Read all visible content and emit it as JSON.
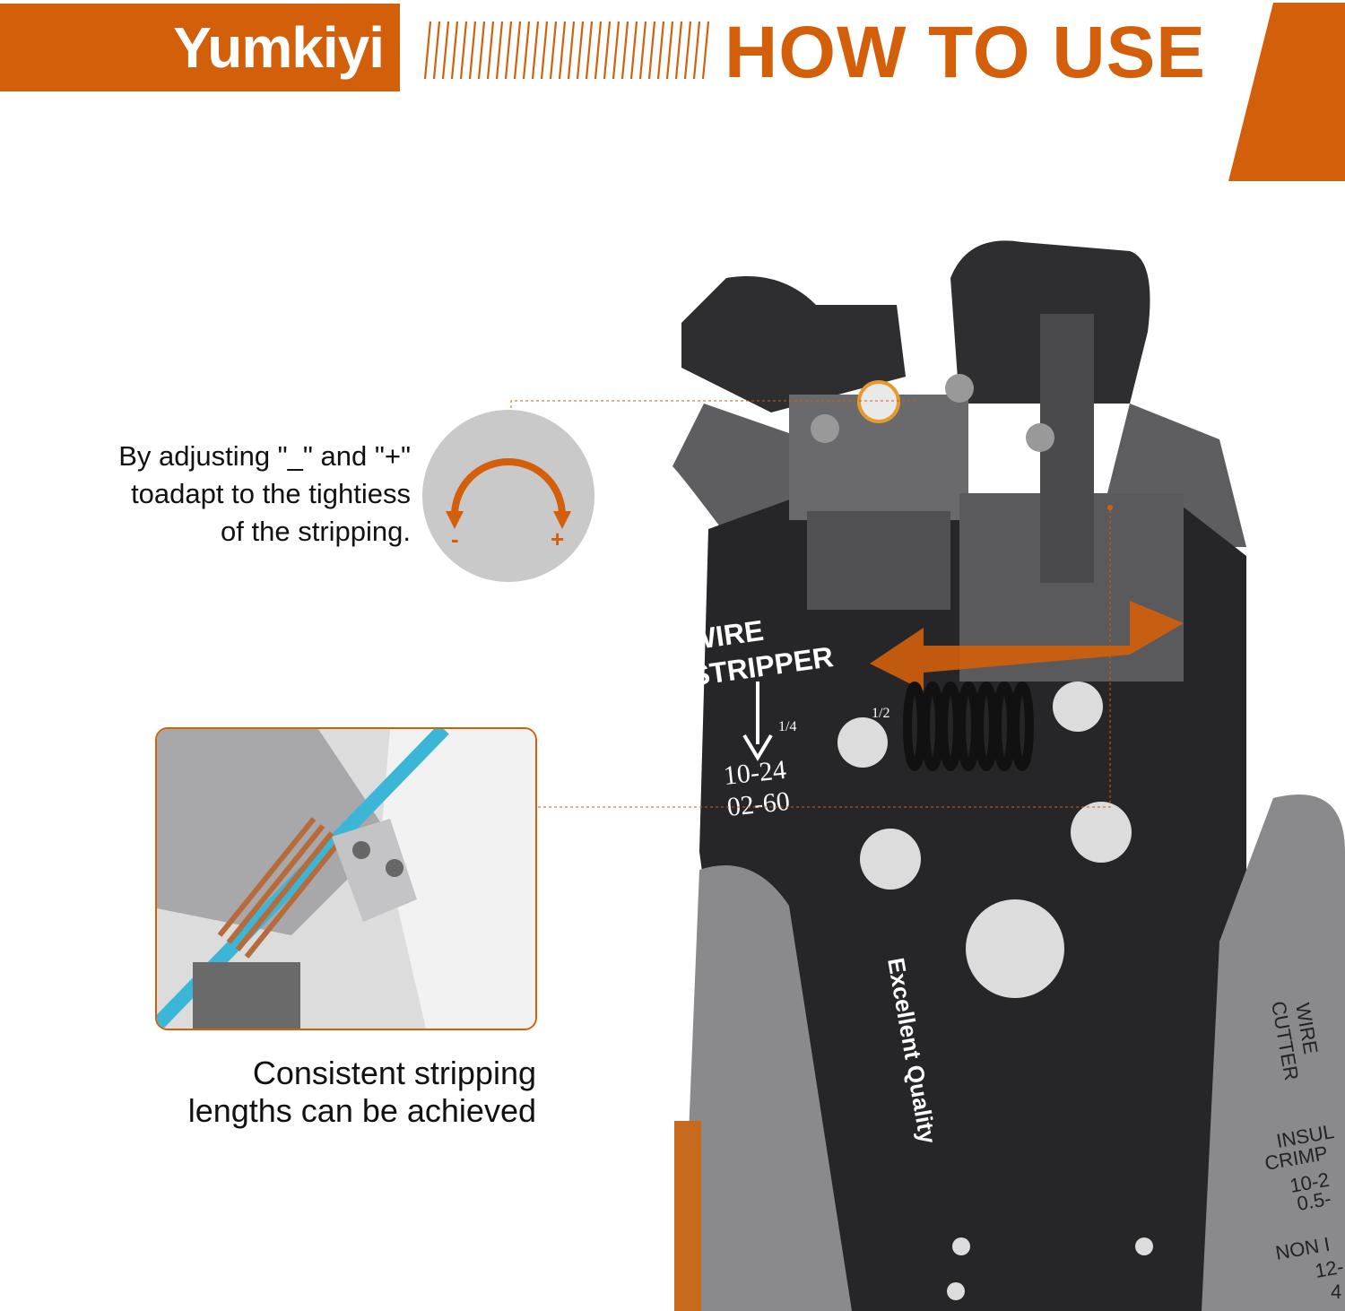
{
  "header": {
    "brand": "Yumkiyi",
    "title": "HOW TO USE"
  },
  "colors": {
    "accent": "#d35f0b",
    "tool_dark": "#2b2b2d",
    "tool_gray": "#8a8a8c"
  },
  "callouts": {
    "adjust": {
      "lines": [
        "By adjusting \"_\" and \"+\"",
        "toadapt to the tightiess",
        "of the stripping."
      ],
      "minus": "-",
      "plus": "+"
    },
    "consistent": {
      "lines": [
        "Consistent stripping",
        "lengths can be achieved"
      ]
    }
  },
  "tool_markings": {
    "wire_stripper": [
      "WIRE",
      "STRIPPER"
    ],
    "scale": [
      "1/4",
      "1/2"
    ],
    "gauges": [
      "10-24",
      "02-60"
    ],
    "quality": "Excellent Quality",
    "wire_cutter": [
      "WIRE",
      "CUTTER"
    ],
    "insul_crimp": [
      "INSUL",
      "CRIMP",
      "10-2",
      "0.5-"
    ],
    "non_insul": [
      "NON I",
      "12-",
      "4"
    ]
  }
}
